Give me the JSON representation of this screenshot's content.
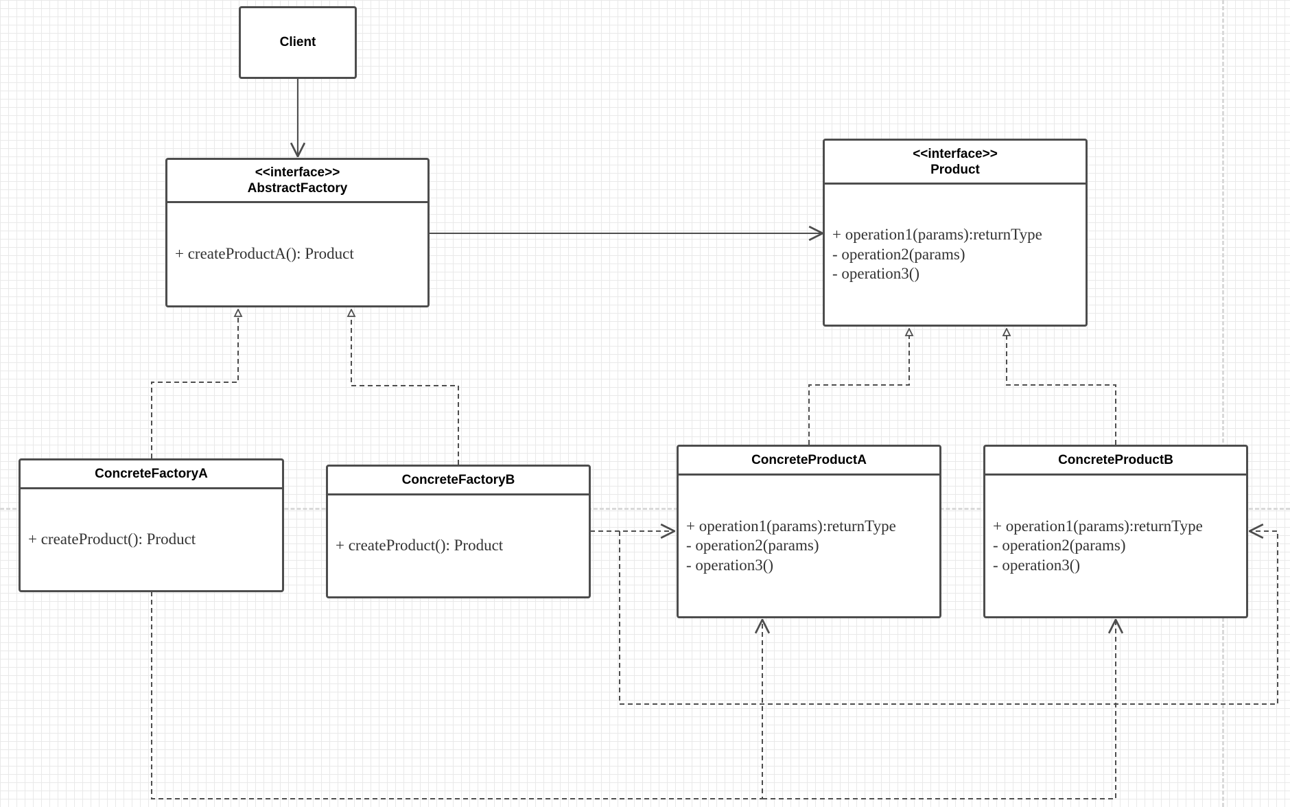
{
  "classes": {
    "client": {
      "name": "Client"
    },
    "abstract_factory": {
      "stereotype": "<<interface>>",
      "name": "AbstractFactory",
      "members": [
        "+ createProductA(): Product"
      ]
    },
    "product": {
      "stereotype": "<<interface>>",
      "name": "Product",
      "members": [
        "+ operation1(params):returnType",
        "- operation2(params)",
        "- operation3()"
      ]
    },
    "concrete_factory_a": {
      "name": "ConcreteFactoryA",
      "members": [
        "+ createProduct(): Product"
      ]
    },
    "concrete_factory_b": {
      "name": "ConcreteFactoryB",
      "members": [
        "+ createProduct(): Product"
      ]
    },
    "concrete_product_a": {
      "name": "ConcreteProductA",
      "members": [
        "+ operation1(params):returnType",
        "- operation2(params)",
        "- operation3()"
      ]
    },
    "concrete_product_b": {
      "name": "ConcreteProductB",
      "members": [
        "+ operation1(params):returnType",
        "- operation2(params)",
        "- operation3()"
      ]
    }
  },
  "relationships": [
    {
      "from": "Client",
      "to": "AbstractFactory",
      "kind": "association"
    },
    {
      "from": "AbstractFactory",
      "to": "Product",
      "kind": "association"
    },
    {
      "from": "ConcreteFactoryA",
      "to": "AbstractFactory",
      "kind": "realization"
    },
    {
      "from": "ConcreteFactoryB",
      "to": "AbstractFactory",
      "kind": "realization"
    },
    {
      "from": "ConcreteProductA",
      "to": "Product",
      "kind": "realization"
    },
    {
      "from": "ConcreteProductB",
      "to": "Product",
      "kind": "realization"
    },
    {
      "from": "ConcreteFactoryB",
      "to": "ConcreteProductA",
      "kind": "dependency"
    },
    {
      "from": "ConcreteFactoryB",
      "to": "ConcreteProductB",
      "kind": "dependency"
    },
    {
      "from": "ConcreteFactoryA",
      "to": "ConcreteProductA",
      "kind": "dependency"
    },
    {
      "from": "ConcreteFactoryA",
      "to": "ConcreteProductB",
      "kind": "dependency"
    }
  ],
  "colors": {
    "line": "#4d4d4d",
    "grid": "#e9e9e9",
    "page_guide": "#d9d9d9",
    "text": "#000000",
    "member_text": "#333333"
  }
}
